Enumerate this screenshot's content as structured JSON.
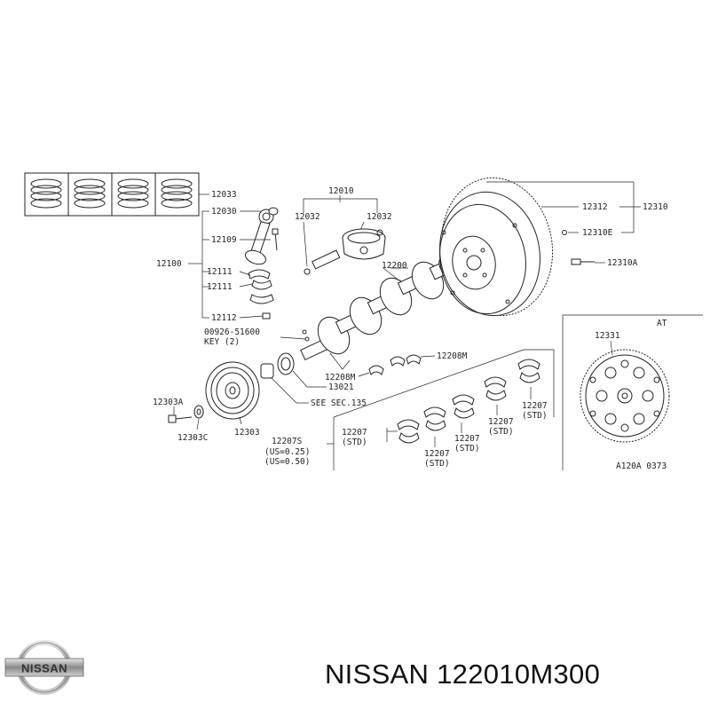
{
  "title": "NISSAN 122010M300",
  "brand": "NISSAN",
  "corner_code": "A120A 0373",
  "inset_label": "AT",
  "labels": {
    "l12033": "12033",
    "l12030": "12030",
    "l12109": "12109",
    "l12100": "12100",
    "l12111a": "12111",
    "l12111b": "12111",
    "l12112": "12112",
    "l12010": "12010",
    "l12032a": "12032",
    "l12032b": "12032",
    "l12200": "12200",
    "l12312": "12312",
    "l12310": "12310",
    "l12310e": "12310E",
    "l12310a": "12310A",
    "key_part": "00926-51600",
    "key_qty": "KEY (2)",
    "l12208m_a": "12208M",
    "l12208m_b": "12208M",
    "l13021": "13021",
    "see_sec": "SEE SEC.135",
    "l12303a": "12303A",
    "l12303c": "12303C",
    "l12303": "12303",
    "l12207s": "12207S",
    "us025": "(US=0.25)",
    "us050": "(US=0.50)",
    "b1": "12207",
    "b1s": "(STD)",
    "b2": "12207",
    "b2s": "(STD)",
    "b3": "12207",
    "b3s": "(STD)",
    "b4": "12207",
    "b4s": "(STD)",
    "b5": "12207",
    "b5s": "(STD)",
    "l12331": "12331"
  }
}
